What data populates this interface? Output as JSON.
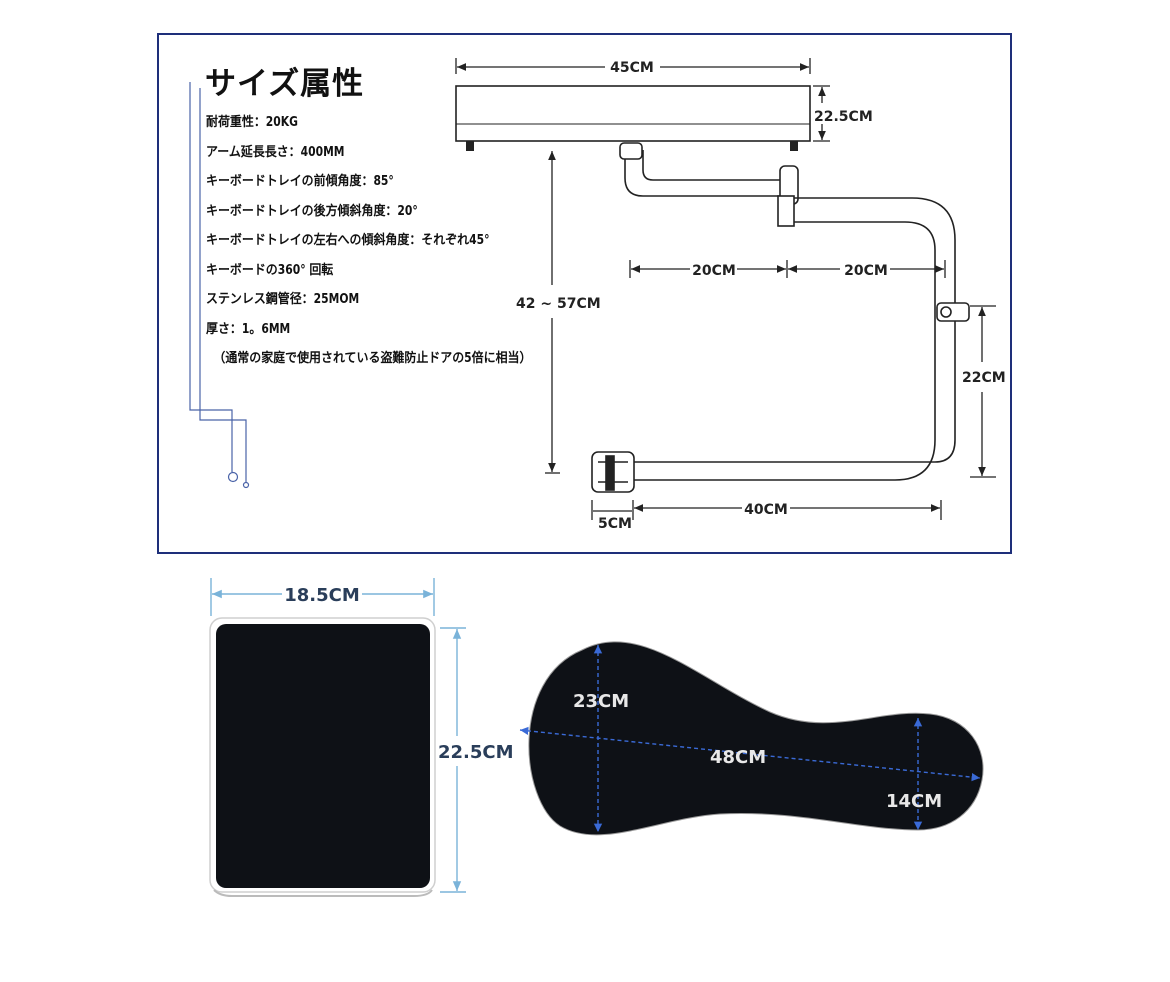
{
  "spec": {
    "title": "サイズ属性",
    "items": [
      "耐荷重性：20KG",
      "アーム延長長さ：400MM",
      "キーボードトレイの前傾角度：85°",
      "キーボードトレイの後方傾斜角度：20°",
      "キーボードトレイの左右への傾斜角度：それぞれ45°",
      "キーボードの360° 回転",
      "ステンレス鋼管径：25MOM",
      "厚さ：1。6MM",
      "（通常の家庭で使用されている盗難防止ドアの5倍に相当）"
    ]
  },
  "diagram": {
    "tray_width": "45CM",
    "tray_depth": "22.5CM",
    "height_range": "42 ~ 57CM",
    "arm_segment_1": "20CM",
    "arm_segment_2": "20CM",
    "clamp_rise": "22CM",
    "clamp_arm": "40CM",
    "clamp_width": "5CM"
  },
  "pads": {
    "rect_width": "18.5CM",
    "rect_height": "22.5CM",
    "palm_front": "23CM",
    "palm_length": "48CM",
    "palm_back": "14CM"
  },
  "colors": {
    "panel_border": "#1e2f7a",
    "pad_fill": "#0e1116",
    "pad_dim": "#2f5fd0",
    "light_dim": "#7ab3d9"
  }
}
